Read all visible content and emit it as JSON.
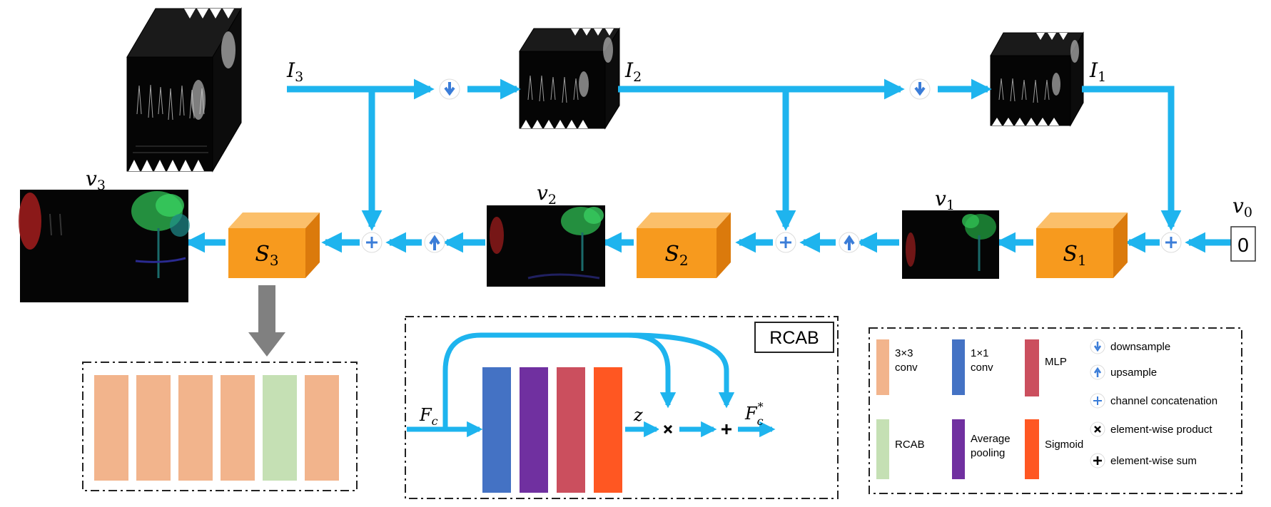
{
  "colors": {
    "flow": "#1EB4EE",
    "stage_front": "#F79A1E",
    "stage_top": "#FBBF6A",
    "stage_side": "#DB7A0C",
    "conv3": "#F2B48C",
    "conv1": "#4472C4",
    "mlp": "#CB4F5E",
    "rcab": "#C5E0B4",
    "avgpool": "#7030A0",
    "sigmoid": "#FF5722",
    "ops": "#3B7DD8",
    "gray_arrow": "#808080"
  },
  "labels": {
    "I3": "I",
    "I3_sub": "3",
    "I2": "I",
    "I2_sub": "2",
    "I1": "I",
    "I1_sub": "1",
    "v3": "v",
    "v3_sub": "3",
    "v2": "v",
    "v2_sub": "2",
    "v1": "v",
    "v1_sub": "1",
    "v0": "v",
    "v0_sub": "0",
    "v0_value": "0",
    "S3": "S",
    "S3_sub": "3",
    "S2": "S",
    "S2_sub": "2",
    "S1": "S",
    "S1_sub": "1"
  },
  "rcab": {
    "title": "RCAB",
    "input": "F",
    "input_sub": "c",
    "z": "z",
    "output": "F",
    "output_sub": "c",
    "output_sup": "*"
  },
  "legend": {
    "conv3": [
      "3×3",
      "conv"
    ],
    "conv1": [
      "1×1",
      "conv"
    ],
    "mlp": "MLP",
    "rcab": "RCAB",
    "avgpool": [
      "Average",
      "pooling"
    ],
    "sigmoid": "Sigmoid",
    "downsample": "downsample",
    "upsample": "upsample",
    "concat": "channel concatenation",
    "product": "element-wise product",
    "sum": "element-wise sum"
  },
  "stage_blocks": [
    "conv3",
    "conv3",
    "conv3",
    "conv3",
    "rcab",
    "conv3"
  ],
  "rcab_blocks": [
    "conv1",
    "avgpool",
    "mlp",
    "sigmoid"
  ]
}
